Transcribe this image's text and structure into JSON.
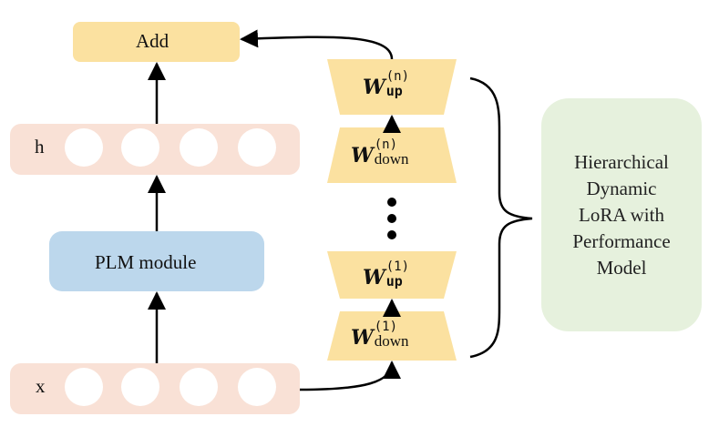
{
  "diagram": {
    "add_label": "Add",
    "h_label": "h",
    "x_label": "x",
    "plm_label": "PLM module",
    "w_symbol": "W",
    "lora_layers": [
      {
        "up_sup": "(n)",
        "up_sub": "up",
        "down_sup": "(n)",
        "down_sub": "down"
      },
      {
        "up_sup": "(1)",
        "up_sub": "up",
        "down_sup": "(1)",
        "down_sub": "down"
      }
    ],
    "hierarchy_label_lines": [
      "Hierarchical",
      "Dynamic",
      "LoRA with",
      "Performance",
      "Model"
    ]
  },
  "colors": {
    "yellow": "#fbe1a0",
    "pink": "#f9e1d6",
    "blue": "#bcd7ec",
    "green": "#e6f1dd",
    "line": "#000000"
  }
}
